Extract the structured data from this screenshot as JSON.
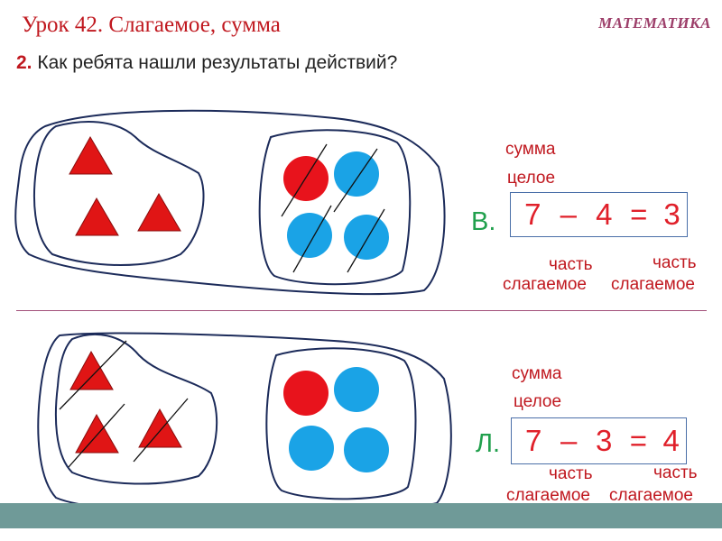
{
  "header": {
    "title": "Урок 42. Слагаемое, сумма",
    "subject": "МАТЕМАТИКА"
  },
  "task": {
    "number": "2.",
    "question": "Как ребята нашли результаты действий?"
  },
  "examples": [
    {
      "person": "В.",
      "term1": "7",
      "operator": "–",
      "term2": "4",
      "equals": "=",
      "result": "3",
      "result_label_1": "сумма",
      "result_label_2": "целое",
      "left_label_1": "часть",
      "left_label_2": "слагаемое",
      "right_label_1": "часть",
      "right_label_2": "слагаемое"
    },
    {
      "person": "Л.",
      "term1": "7",
      "operator": "–",
      "term2": "3",
      "equals": "=",
      "result": "4",
      "result_label_1": "сумма",
      "result_label_2": "целое",
      "left_label_1": "часть",
      "left_label_2": "слагаемое",
      "right_label_1": "часть",
      "right_label_2": "слагаемое"
    }
  ],
  "colors": {
    "triangle": "#e01515",
    "circle_red": "#e8131c",
    "circle_blue": "#1aa3e6",
    "outline": "#1c2b5a",
    "title": "#c0181f",
    "person": "#21a04d"
  }
}
